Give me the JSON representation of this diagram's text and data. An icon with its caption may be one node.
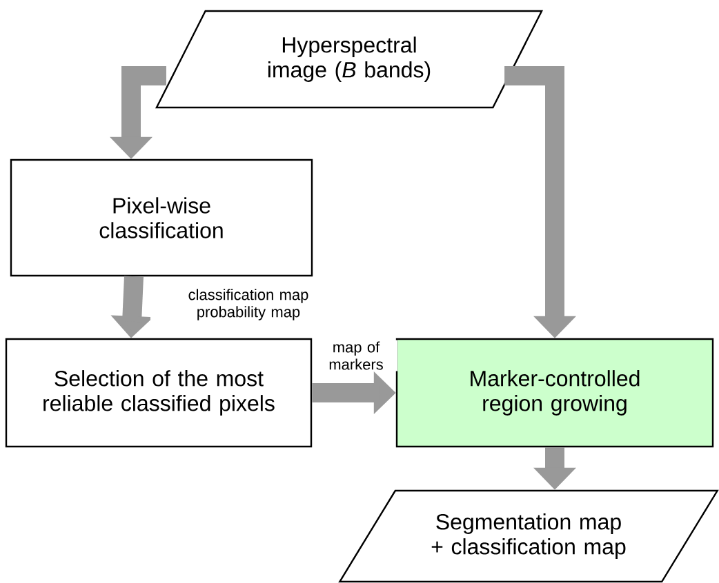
{
  "diagram": {
    "nodes": [
      {
        "text": [
          "Hyperspectral image (*B* bands)"
        ]
      },
      {
        "text": [
          "Pixel-wise classification"
        ]
      },
      {
        "text": [
          "Selection of the most reliable classified pixels"
        ]
      },
      {
        "text": [
          "Marker-controlled region growing"
        ]
      },
      {
        "text": [
          "Segmentation map + classification map"
        ]
      }
    ],
    "edges": [
      {
        "from": 0,
        "to": 1,
        "arrow": "to"
      },
      {
        "from": 0,
        "to": 3,
        "arrow": "to"
      },
      {
        "from": 1,
        "to": 2,
        "arrow": "to",
        "label": "classification map probability map"
      },
      {
        "from": 2,
        "to": 3,
        "arrow": "to",
        "label": "map of markers"
      },
      {
        "from": 3,
        "to": 4,
        "arrow": "to"
      }
    ]
  }
}
